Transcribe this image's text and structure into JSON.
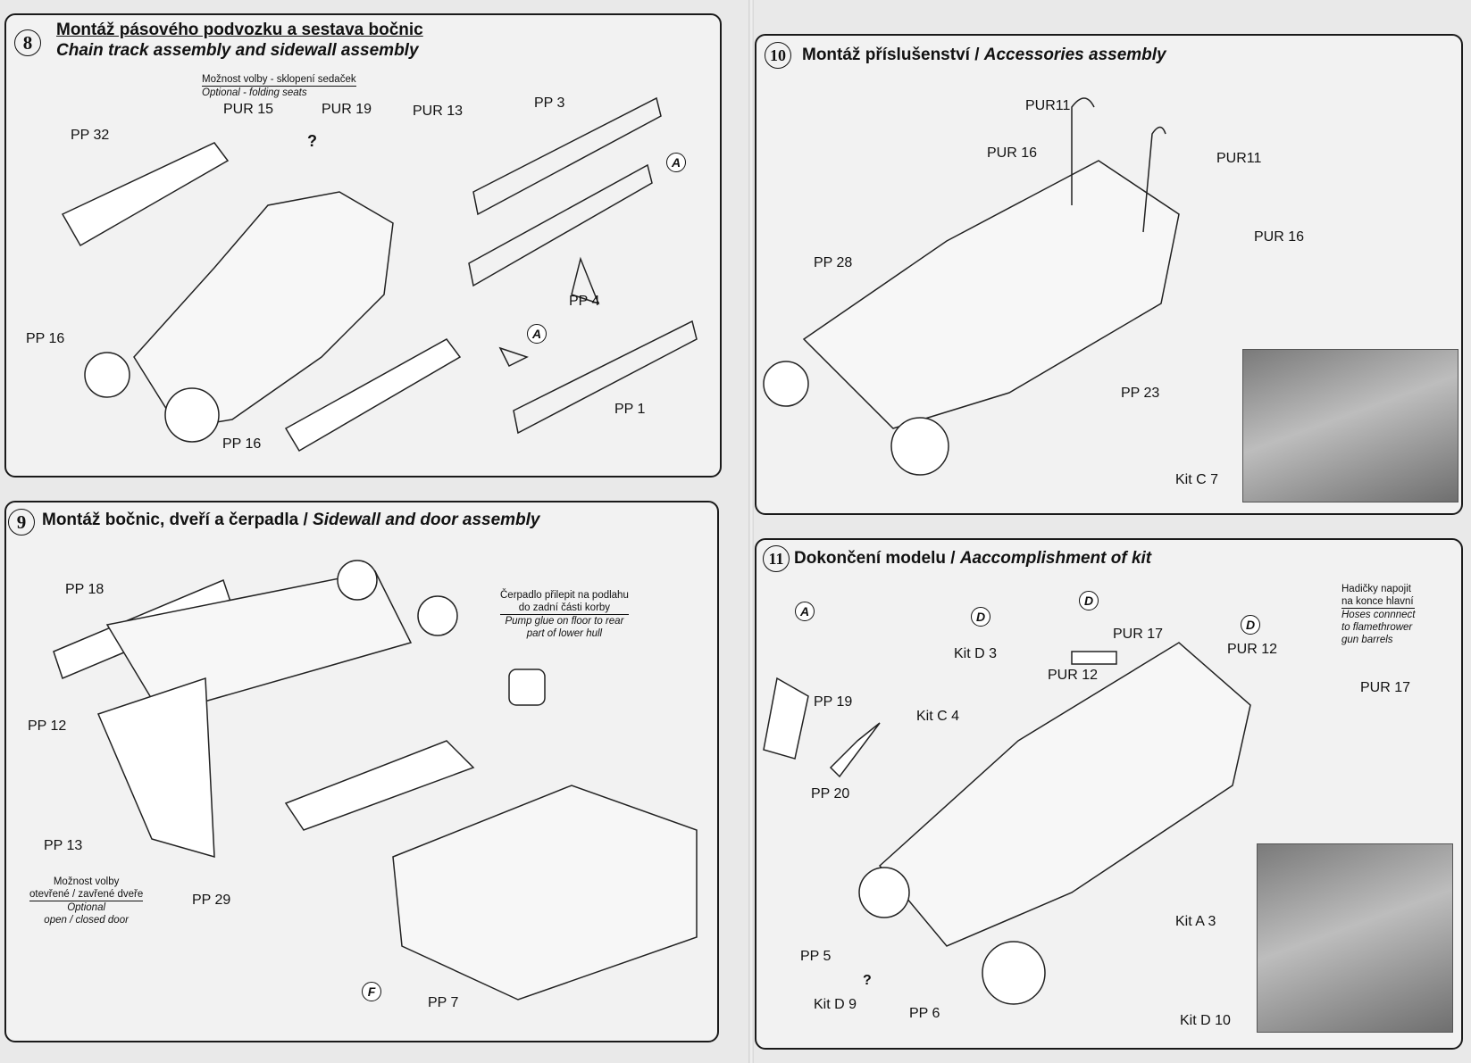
{
  "steps": {
    "s8": {
      "number": "8",
      "title_cs": "Montáž pásového podvozku a sestava bočnic",
      "title_en": "Chain track assembly and sidewall assembly",
      "note_cs": "Možnost volby - sklopení sedaček",
      "note_en": "Optional - folding seats",
      "labels": [
        "PUR 15",
        "PUR 19",
        "PUR 13",
        "PP 32",
        "?",
        "PP 3",
        "A",
        "PP 4",
        "A",
        "PP 16",
        "PP 16",
        "PP 1"
      ]
    },
    "s9": {
      "number": "9",
      "title_cs": "Montáž bočnic, dveří a čerpadla / ",
      "title_en": "Sidewall and door assembly",
      "pump_cs1": "Čerpadlo přilepit na podlahu",
      "pump_cs2": "do zadní části korby",
      "pump_en1": "Pump glue on floor to rear",
      "pump_en2": "part of lower hull",
      "door_cs1": "Možnost volby",
      "door_cs2": "otevřené / zavřené dveře",
      "door_en1": "Optional",
      "door_en2": "open / closed door",
      "labels": [
        "PP 18",
        "PP 12",
        "PP 13",
        "PP 29",
        "F",
        "PP 7"
      ]
    },
    "s10": {
      "number": "10",
      "title_cs": "Montáž příslušenství / ",
      "title_en": "Accessories assembly",
      "labels": [
        "PUR11",
        "PUR 16",
        "PUR11",
        "PUR 16",
        "PP 28",
        "PP 23",
        "Kit C 7"
      ]
    },
    "s11": {
      "number": "11",
      "title_cs": "Dokončení modelu / ",
      "title_en": "Aaccomplishment of kit",
      "hose_cs1": "Hadičky napojit",
      "hose_cs2": "na konce hlavní",
      "hose_en1": "Hoses connnect",
      "hose_en2": "to flamethrower",
      "hose_en3": "gun barrels",
      "labels": [
        "A",
        "D",
        "D",
        "D",
        "Kit D 3",
        "PUR 17",
        "PUR 12",
        "PUR 12",
        "PUR 17",
        "PP 19",
        "Kit C 4",
        "PP 20",
        "Kit A 3",
        "PP 5",
        "?",
        "Kit D 9",
        "PP 6",
        "Kit D 10"
      ]
    }
  }
}
